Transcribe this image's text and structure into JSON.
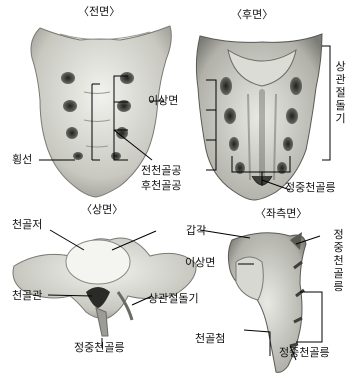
{
  "views": {
    "front": "〈전면〉",
    "back": "〈후면〉",
    "top": "〈상면〉",
    "left_side": "〈좌측면〉"
  },
  "labels": {
    "transverse_lines": "횡선",
    "auricular_surface_front": "이상면",
    "anterior_sacral_foramina": "전천골공",
    "posterior_sacral_foramina": "후천골공",
    "lateral_sacral_crest": [
      "상",
      "관",
      "절",
      "돌",
      "기"
    ],
    "median_sacral_crest_back": "정중천골릉",
    "sacral_base": "천골저",
    "ala": "갑각",
    "sacral_canal": "천골관",
    "superior_articular_process": "상관절돌기",
    "median_sacral_crest_top": "정중천골릉",
    "median_sacral_crest_side": [
      "정",
      "중",
      "천",
      "골",
      "릉"
    ],
    "auricular_surface_side": "이상면",
    "sacral_apex": "천골첨",
    "median_sacral_crest_side_bottom": "정중천골릉"
  },
  "colors": {
    "bone_light": "#e8e8e3",
    "bone_mid": "#bdbdb6",
    "bone_dark": "#6d6d68",
    "hole": "#3a3a36",
    "line": "#000000"
  }
}
